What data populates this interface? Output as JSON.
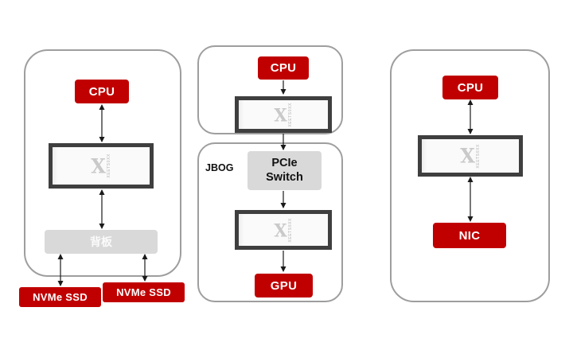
{
  "panels": {
    "left": {
      "cpu": "CPU",
      "backplane": "背板",
      "nvme_ssd_1": "NVMe SSD",
      "nvme_ssd_2": "NVMe SSD"
    },
    "middle": {
      "cpu": "CPU",
      "jbog": "JBOG",
      "pcie_switch": "PCIe Switch",
      "gpu": "GPU"
    },
    "right": {
      "cpu": "CPU",
      "nic": "NIC"
    }
  },
  "chip": {
    "logo": "X",
    "vtext": "XEETS0XX"
  },
  "colors": {
    "accent_red": "#C00000",
    "gray_box": "#D9D9D9",
    "container_border": "#9E9E9E",
    "chip_border": "#3F3F3F",
    "arrow": "#1A1A1A"
  }
}
